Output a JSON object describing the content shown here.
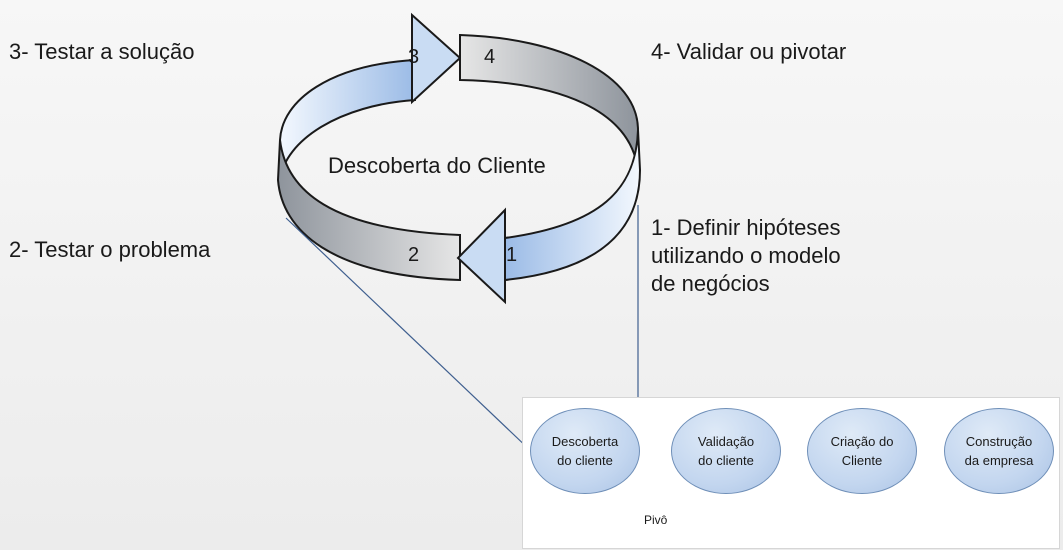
{
  "cycle": {
    "title": "Descoberta do Cliente",
    "step_numbers": {
      "n1": "1",
      "n2": "2",
      "n3": "3",
      "n4": "4"
    }
  },
  "steps": {
    "step1": [
      "1- Definir hipóteses",
      "utilizando o modelo",
      "de negócios"
    ],
    "step2": "2- Testar o problema",
    "step3": "3- Testar a solução",
    "step4": "4- Validar ou pivotar"
  },
  "process": {
    "nodes": [
      "Descoberta do cliente",
      "Validação do cliente",
      "Criação do Cliente",
      "Construção da empresa"
    ],
    "nodes_lines": [
      [
        "Descoberta",
        "do cliente"
      ],
      [
        "Validação",
        "do cliente"
      ],
      [
        "Criação do",
        "Cliente"
      ],
      [
        "Construção",
        "da empresa"
      ]
    ],
    "pivot_label": "Pivô"
  },
  "colors": {
    "ring_blue_light": "#e3eefb",
    "ring_blue_dark": "#9bbbe6",
    "ring_grey_light": "#dcdcdc",
    "ring_grey_dark": "#8e949c",
    "node_fill": "#c3d6ef",
    "connector_line": "#3f5f8f"
  }
}
